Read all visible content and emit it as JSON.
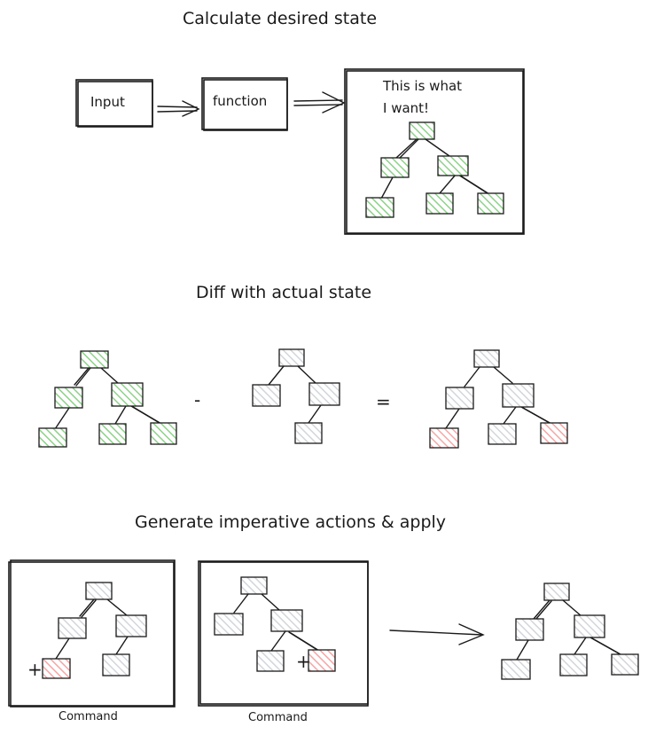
{
  "colors": {
    "ink": "#1a1a1a",
    "green": "#b2f2bb",
    "gray": "#dee2e6",
    "red": "#ffc9c9"
  },
  "sections": {
    "calculate_title": "Calculate desired state",
    "diff_title": "Diff with actual state",
    "generate_title": "Generate imperative actions & apply"
  },
  "pipeline": {
    "input_label": "Input",
    "function_label": "function",
    "desired_line1": "This is what",
    "desired_line2": "I want!"
  },
  "operators": {
    "minus": "-",
    "equals": "=",
    "plus": "+"
  },
  "commands": {
    "command1_label": "Command",
    "command2_label": "Command"
  }
}
